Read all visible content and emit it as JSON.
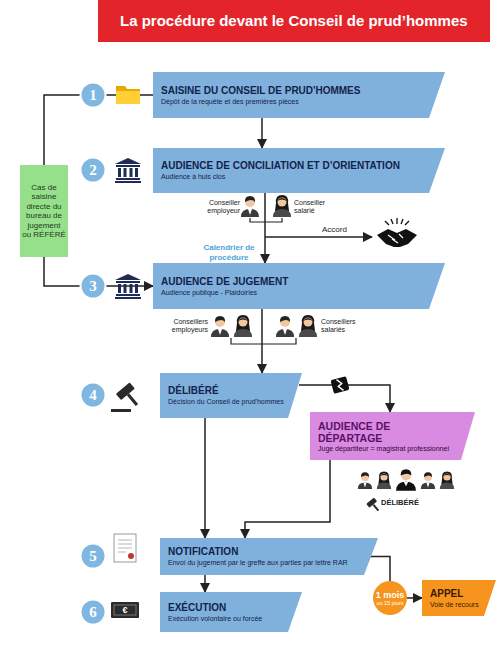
{
  "diagram": {
    "title": "La procédure devant le Conseil de prud’hommes",
    "nodes": [
      {
        "text": [
          "SAISINE DU CONSEIL DE PRUD'HOMMES",
          "Dépôt de la requête et des premières pièces"
        ]
      },
      {
        "text": [
          "AUDIENCE DE CONCILIATION ET D’ORIENTATION",
          "Audience à huis clos"
        ]
      },
      {
        "text": [
          "Cas de saisine directe du bureau de jugement ou RÉFÉRÉ"
        ]
      },
      {
        "text": [
          "AUDIENCE DE JUGEMENT",
          "Audience publique - Plaidoiries"
        ]
      },
      {
        "text": [
          "DÉLIBÉRÉ",
          "Décision du Conseil de prud'hommes"
        ]
      },
      {
        "text": [
          "AUDIENCE DE DÉPARTAGE",
          "Juge départiteur = magistrat professionnel"
        ]
      },
      {
        "text": [
          "NOTIFICATION",
          "Envoi du jugement par le greffe aux parties par lettre RAR"
        ]
      },
      {
        "text": [
          "1 mois",
          "ou 15 jours"
        ]
      },
      {
        "text": [
          "APPEL",
          "Voie de recours"
        ]
      },
      {
        "text": [
          "EXÉCUTION",
          "Exécution volontaire ou forcée"
        ]
      }
    ],
    "edges": [
      {
        "from": 0,
        "to": 1,
        "arrow": "to"
      },
      {
        "from": 1,
        "to": 3,
        "arrow": "to",
        "label": "Calendrier de procédure"
      },
      {
        "from": 0,
        "to": 2,
        "arrow": "none"
      },
      {
        "from": 2,
        "to": 3,
        "arrow": "to"
      },
      {
        "from": 3,
        "to": 4,
        "arrow": "to"
      },
      {
        "from": 4,
        "to": 5,
        "arrow": "to"
      },
      {
        "from": 4,
        "to": 6,
        "arrow": "to"
      },
      {
        "from": 5,
        "to": 6,
        "arrow": "to"
      },
      {
        "from": 6,
        "to": 9,
        "arrow": "to"
      },
      {
        "from": 6,
        "to": 7,
        "arrow": "none"
      },
      {
        "from": 7,
        "to": 8,
        "arrow": "to"
      }
    ],
    "labels": [
      "1",
      "2",
      "3",
      "4",
      "5",
      "6",
      "Conseiller employeur",
      "Conseiller salarié",
      "Accord",
      "Conseillers employeurs",
      "Conseillers salariés",
      "DÉLIBÉRÉ",
      "€"
    ]
  }
}
